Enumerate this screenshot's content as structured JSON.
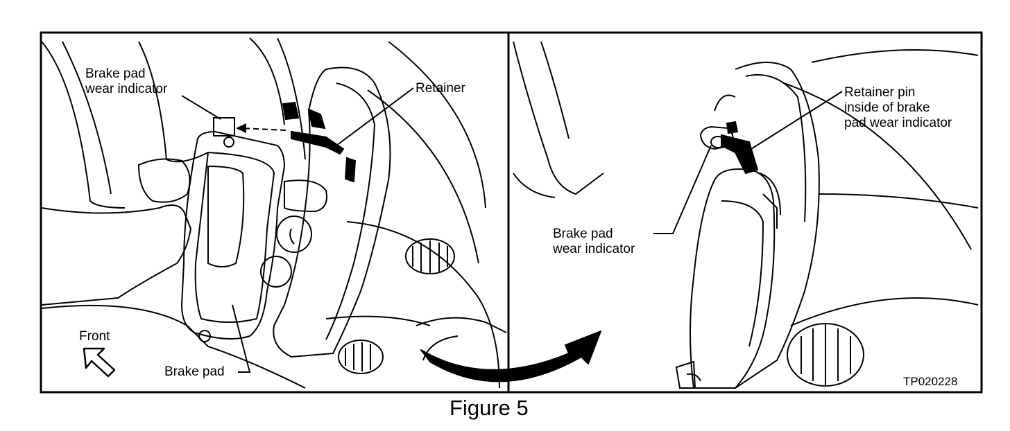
{
  "labels": {
    "left_wear_indicator": [
      "Brake pad",
      "wear indicator"
    ],
    "retainer": "Retainer",
    "front": "Front",
    "brake_pad": "Brake pad",
    "retainer_pin": [
      "Retainer pin",
      "inside of brake",
      "pad wear indicator"
    ],
    "right_wear_indicator": [
      "Brake pad",
      "wear indicator"
    ]
  },
  "figure_code": "TP020228",
  "caption": "Figure 5",
  "icons": {
    "front_direction": "arrow-up-left-icon",
    "transition": "curved-arrow-right-icon"
  },
  "colors": {
    "ink": "#000000",
    "paper": "#ffffff"
  }
}
